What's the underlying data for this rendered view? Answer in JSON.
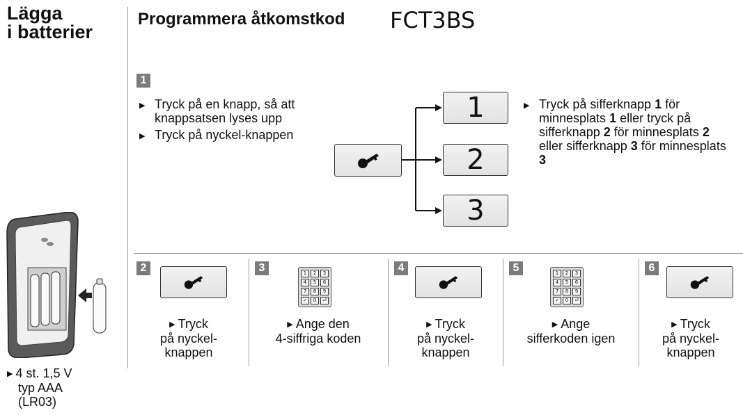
{
  "sidebar": {
    "title_line1": "Lägga",
    "title_line2": "i batterier",
    "battery_caption": [
      "4 st. 1,5 V",
      "typ AAA",
      "(LR03)"
    ]
  },
  "header": {
    "title": "Programmera åtkomstkod",
    "model": "FCT3BS"
  },
  "step1": {
    "number": "1",
    "bullets": [
      "Tryck på en knapp, så att knappsatsen lyses upp",
      "Tryck på nyckel-knappen"
    ],
    "options": [
      "1",
      "2",
      "3"
    ],
    "right_text": {
      "p1": "Tryck på sifferknapp ",
      "b1": "1",
      "p2": " för minnesplats ",
      "b2": "1",
      "p3": " eller tryck på sifferknapp ",
      "b3": "2",
      "p4": " för minnesplats ",
      "b4": "2",
      "p5": " eller sifferknapp ",
      "b5": "3",
      "p6": " för minnesplats ",
      "b6": "3"
    }
  },
  "steps": [
    {
      "number": "2",
      "icon": "key-icon",
      "lines": [
        "Tryck",
        "på nyckel-",
        "knappen"
      ]
    },
    {
      "number": "3",
      "icon": "keypad-icon",
      "lines": [
        "Ange den",
        "4-siffriga koden"
      ]
    },
    {
      "number": "4",
      "icon": "key-icon",
      "lines": [
        "Tryck",
        "på nyckel-",
        "knappen"
      ]
    },
    {
      "number": "5",
      "icon": "keypad-icon",
      "lines": [
        "Ange",
        "sifferkoden igen"
      ]
    },
    {
      "number": "6",
      "icon": "key-icon",
      "lines": [
        "Tryck",
        "på nyckel-",
        "knappen"
      ]
    }
  ],
  "keypad_keys": [
    "1",
    "2",
    "3",
    "4",
    "5",
    "6",
    "7",
    "8",
    "9",
    "✓",
    "0",
    "⏎"
  ]
}
